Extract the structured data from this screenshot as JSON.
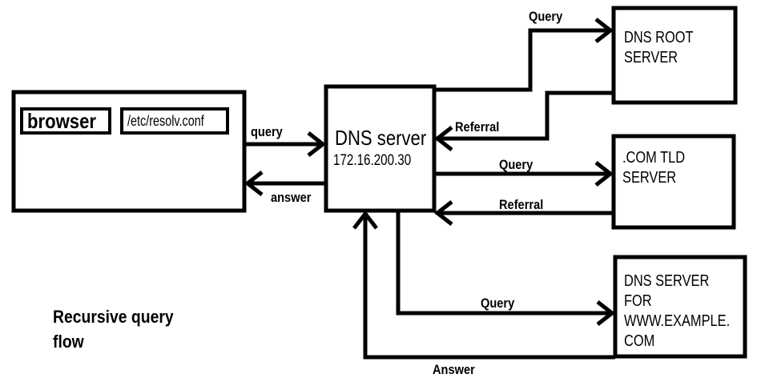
{
  "browser": {
    "label": "browser",
    "resolv_label": "/etc/resolv.conf"
  },
  "dns_server": {
    "title": "DNS server",
    "ip": "172.16.200.30"
  },
  "root_server": {
    "lines": [
      "DNS ROOT",
      "SERVER"
    ]
  },
  "tld_server": {
    "lines": [
      ".COM TLD",
      "SERVER"
    ]
  },
  "example_server": {
    "lines": [
      "DNS SERVER",
      "FOR",
      "WWW.EXAMPLE.",
      "COM"
    ]
  },
  "edges": {
    "browser_query": "query",
    "browser_answer": "answer",
    "root_query": "Query",
    "root_referral": "Referral",
    "tld_query": "Query",
    "tld_referral": "Referral",
    "example_query": "Query",
    "example_answer": "Answer"
  },
  "caption": {
    "lines": [
      "Recursive query",
      "flow"
    ]
  },
  "colors": {
    "stroke": "#000000",
    "background": "#ffffff"
  }
}
